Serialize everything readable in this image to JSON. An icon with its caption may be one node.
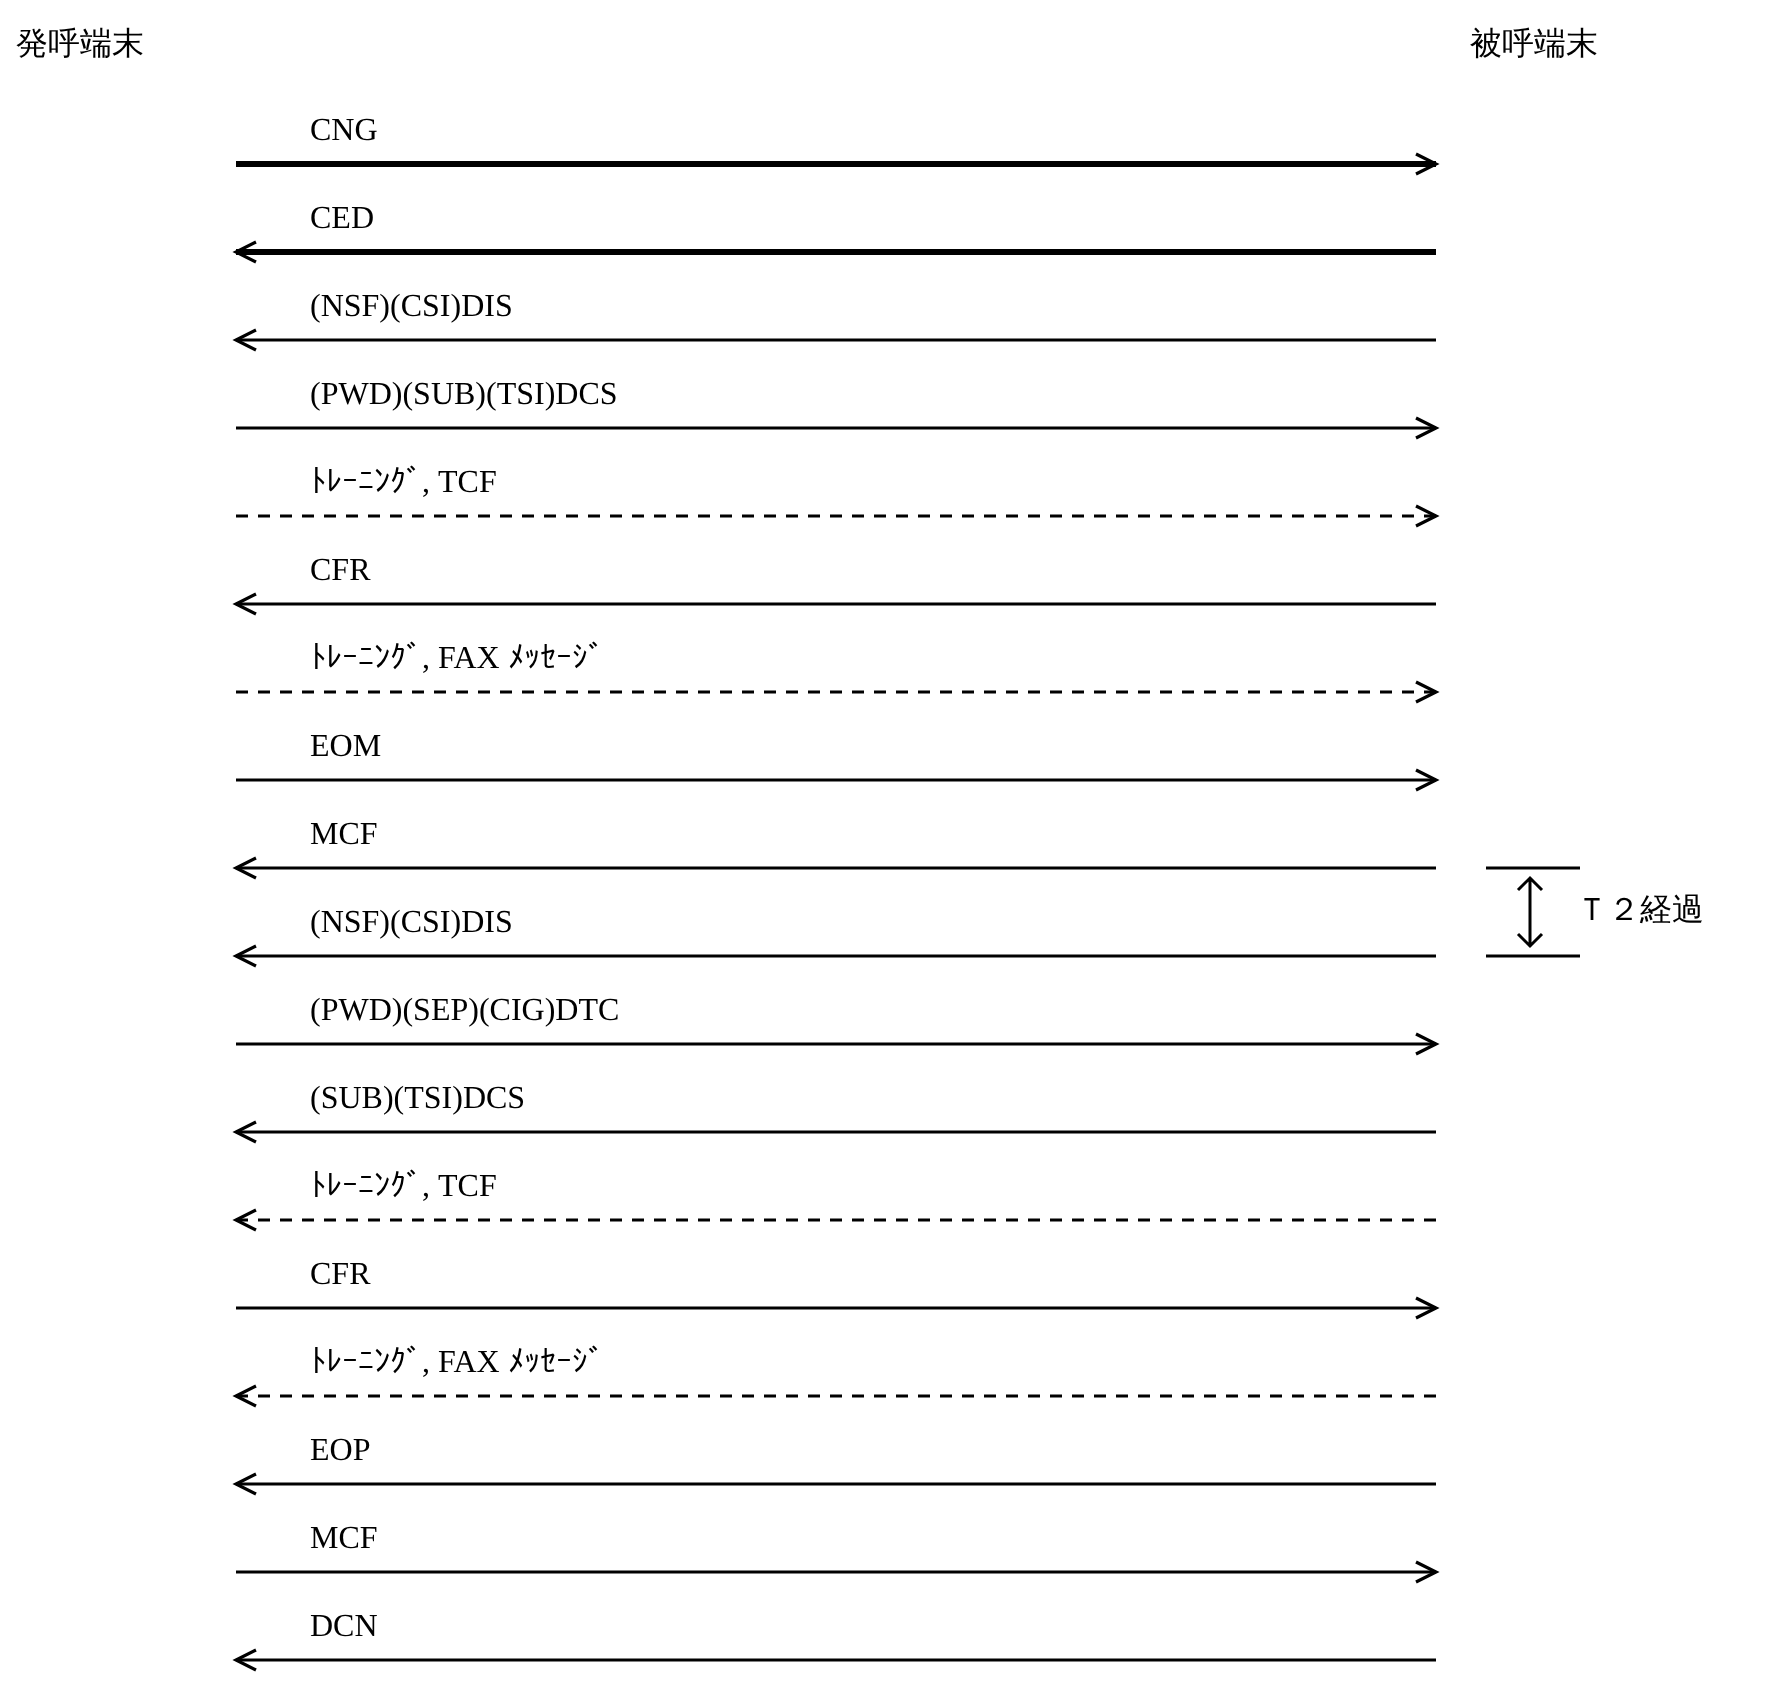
{
  "diagram": {
    "labels": [
      "発呼端末",
      "被呼端末",
      "CNG",
      "CED",
      "(NSF)(CSI)DIS",
      "(PWD)(SUB)(TSI)DCS",
      "ﾄﾚｰﾆﾝｸﾞ, TCF",
      "CFR",
      "ﾄﾚｰﾆﾝｸﾞ, FAX ﾒｯｾｰｼﾞ",
      "EOM",
      "MCF",
      "(NSF)(CSI)DIS",
      "Ｔ２経過",
      "(PWD)(SEP)(CIG)DTC",
      "(SUB)(TSI)DCS",
      "ﾄﾚｰﾆﾝｸﾞ, TCF",
      "CFR",
      "ﾄﾚｰﾆﾝｸﾞ, FAX ﾒｯｾｰｼﾞ",
      "EOP",
      "MCF",
      "DCN"
    ]
  }
}
